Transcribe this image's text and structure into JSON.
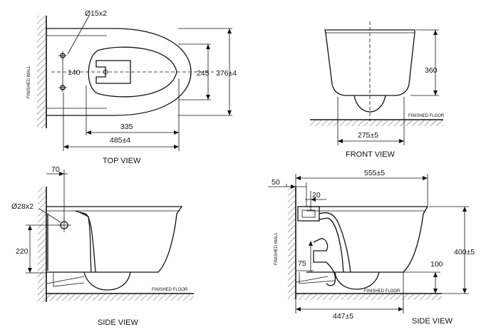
{
  "views": {
    "top": {
      "caption": "TOP VIEW",
      "wall_label": "FINISHED WALL",
      "dims": {
        "holes": "Ø15x2",
        "spacing": "140",
        "seat_width": "245",
        "overall_width": "376±4",
        "inner_length": "335",
        "overall_length": "485±4"
      }
    },
    "front": {
      "caption": "FRONT VIEW",
      "floor_label": "FINISHED FLOOR",
      "dims": {
        "height": "360",
        "base_width": "275±5"
      }
    },
    "side_left": {
      "caption": "SIDE VIEW",
      "floor_label": "FINISHED FLOOR",
      "dims": {
        "offset": "70",
        "holes": "Ø28x2",
        "height": "220"
      }
    },
    "side_right": {
      "caption": "SIDE VIEW",
      "wall_label": "FINISHED WALL",
      "floor_label": "FINISHED FLOOR",
      "dims": {
        "wall_offset": "50",
        "outlet_offset": "20",
        "overall_length": "555±5",
        "inlet_height": "75",
        "outlet_height": "100",
        "rim_height": "400±5",
        "floor_length": "447±5"
      }
    }
  }
}
